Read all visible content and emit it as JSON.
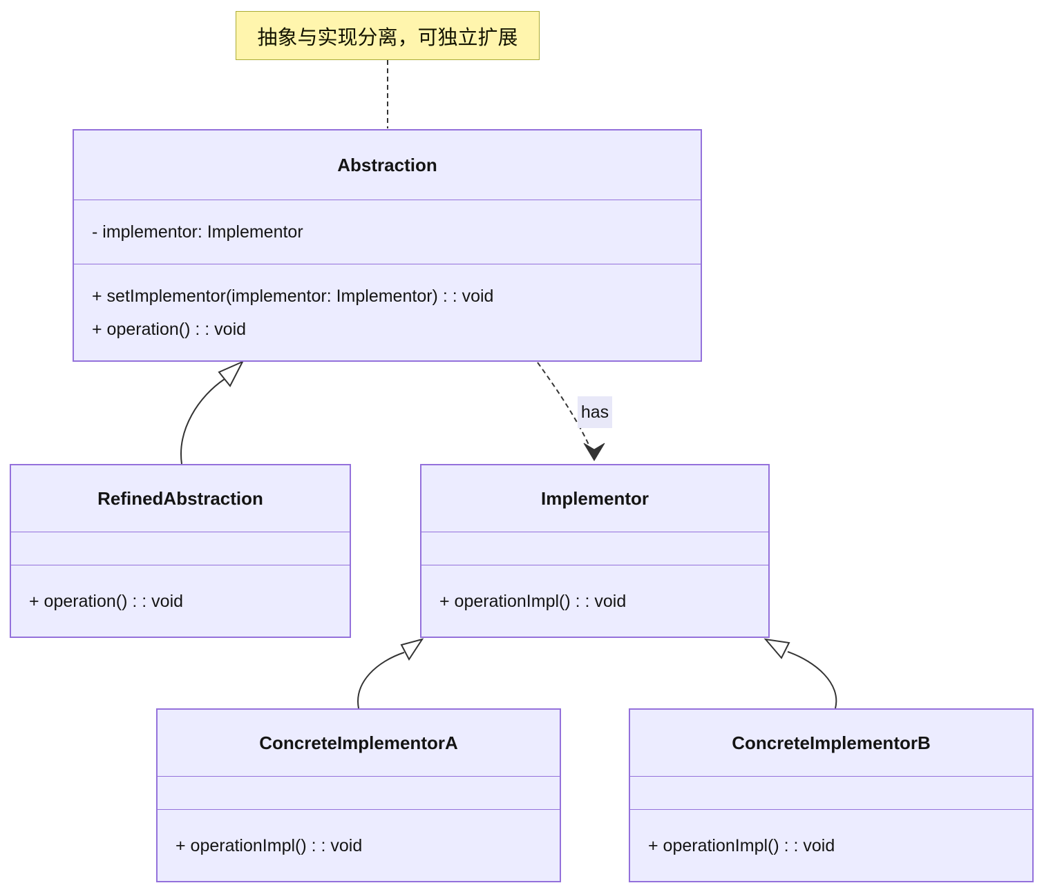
{
  "diagram": {
    "type": "uml-class-diagram",
    "pattern": "Bridge"
  },
  "note": {
    "text": "抽象与实现分离，可独立扩展"
  },
  "classes": {
    "abstraction": {
      "name": "Abstraction",
      "attributes": [
        "- implementor: Implementor"
      ],
      "methods": [
        "+ setImplementor(implementor: Implementor) : : void",
        "+ operation() : : void"
      ]
    },
    "refined_abstraction": {
      "name": "RefinedAbstraction",
      "attributes": [],
      "methods": [
        "+ operation() : : void"
      ]
    },
    "implementor": {
      "name": "Implementor",
      "attributes": [],
      "methods": [
        "+ operationImpl() : : void"
      ]
    },
    "concrete_implementor_a": {
      "name": "ConcreteImplementorA",
      "attributes": [],
      "methods": [
        "+ operationImpl() : : void"
      ]
    },
    "concrete_implementor_b": {
      "name": "ConcreteImplementorB",
      "attributes": [],
      "methods": [
        "+ operationImpl() : : void"
      ]
    }
  },
  "relationships": [
    {
      "from": "RefinedAbstraction",
      "to": "Abstraction",
      "type": "inheritance",
      "label": ""
    },
    {
      "from": "Abstraction",
      "to": "Implementor",
      "type": "dependency",
      "label": "has"
    },
    {
      "from": "ConcreteImplementorA",
      "to": "Implementor",
      "type": "inheritance",
      "label": ""
    },
    {
      "from": "ConcreteImplementorB",
      "to": "Implementor",
      "type": "inheritance",
      "label": ""
    }
  ],
  "colors": {
    "class_fill": "#ECECFF",
    "class_border": "#9370DB",
    "note_fill": "#FFF5AD",
    "note_border": "#AAAA33",
    "edge_line": "#333333",
    "edge_label_bg": "#E8E8F8",
    "text": "#141414"
  }
}
